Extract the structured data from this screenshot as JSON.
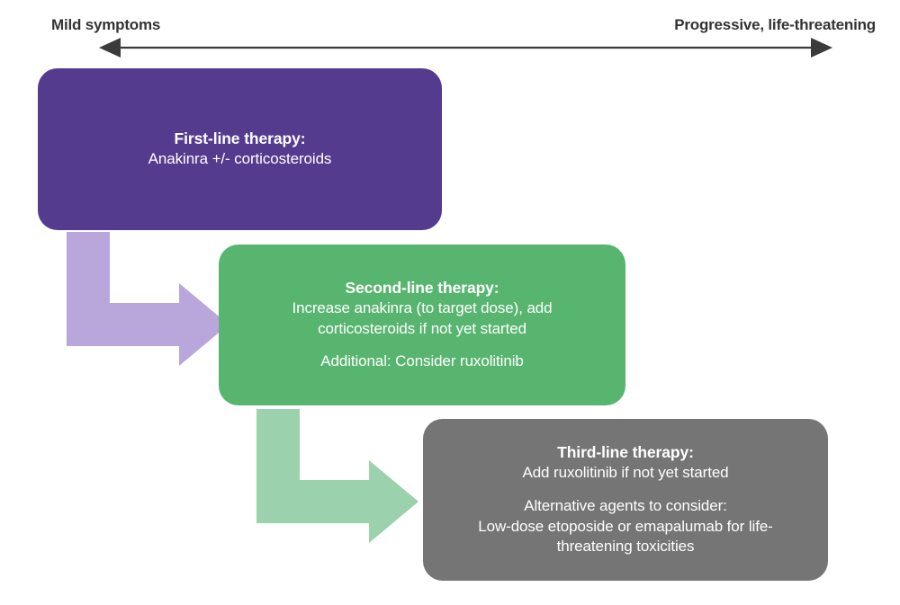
{
  "scale": {
    "left_label": "Mild symptoms",
    "right_label": "Progressive, life-threatening",
    "arrow_icon": "double-headed-arrow-icon",
    "arrow_color": "#3b3b3b"
  },
  "steps": [
    {
      "id": "first-line",
      "heading": "First-line therapy:",
      "lines": [
        "Anakinra +/- corticosteroids"
      ],
      "color": "#553B8E",
      "arrow_color": "#B9A7DC"
    },
    {
      "id": "second-line",
      "heading": "Second-line therapy:",
      "lines": [
        "Increase anakinra (to target dose), add corticosteroids if not yet started",
        "Additional: Consider ruxolitinib"
      ],
      "color": "#58B56F",
      "arrow_color": "#9BD1AC"
    },
    {
      "id": "third-line",
      "heading": "Third-line therapy:",
      "lines": [
        "Add ruxolitinib if not yet started",
        "Alternative agents to consider:\nLow-dose etoposide or emapalumab for life-threatening toxicities"
      ],
      "color": "#757575",
      "arrow_color": null
    }
  ],
  "connectors": [
    {
      "id": "first-to-second",
      "from": "first-line",
      "to": "second-line",
      "shape": "elbow-down-right-arrow",
      "color": "#B9A7DC"
    },
    {
      "id": "second-to-third",
      "from": "second-line",
      "to": "third-line",
      "shape": "elbow-down-right-arrow",
      "color": "#9BD1AC"
    }
  ]
}
